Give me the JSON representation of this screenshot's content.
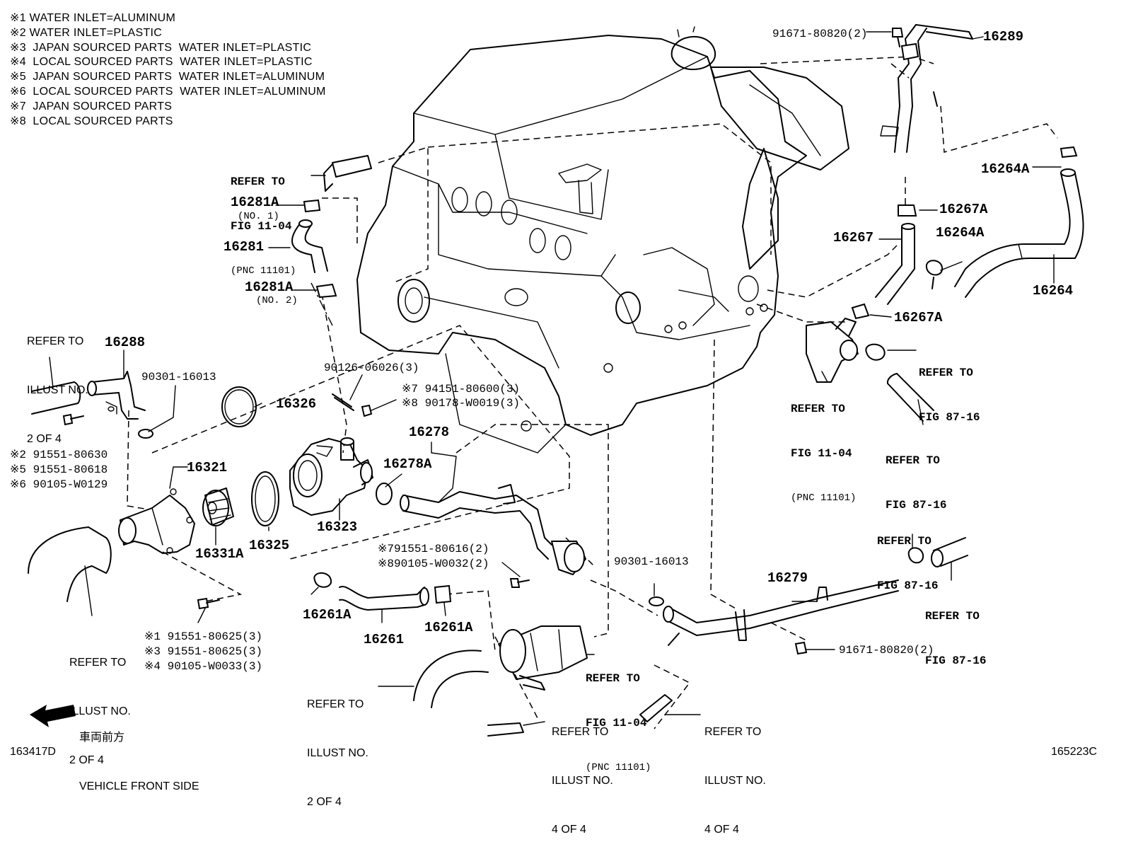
{
  "notes": [
    "※1 WATER INLET=ALUMINUM",
    "※2 WATER INLET=PLASTIC",
    "※3  JAPAN SOURCED PARTS  WATER INLET=PLASTIC",
    "※4  LOCAL SOURCED PARTS  WATER INLET=PLASTIC",
    "※5  JAPAN SOURCED PARTS  WATER INLET=ALUMINUM",
    "※6  LOCAL SOURCED PARTS  WATER INLET=ALUMINUM",
    "※7  JAPAN SOURCED PARTS",
    "※8  LOCAL SOURCED PARTS"
  ],
  "callouts": {
    "p16289": "16289",
    "p16264A_top": "16264A",
    "p16267A_top": "16267A",
    "p16267": "16267",
    "p16264A_mid": "16264A",
    "p16264": "16264",
    "p16267A_low": "16267A",
    "p16281A_1": "16281A",
    "p16281": "16281",
    "p16281A_2": "16281A",
    "p16288": "16288",
    "p16326": "16326",
    "p16278": "16278",
    "p16278A": "16278A",
    "p16321": "16321",
    "p16323": "16323",
    "p16331A": "16331A",
    "p16325": "16325",
    "p16279": "16279",
    "p16261A_left": "16261A",
    "p16261": "16261",
    "p16261A_right": "16261A"
  },
  "sublabels": {
    "no1": "(NO. 1)",
    "no2": "(NO. 2)"
  },
  "parts": {
    "bolt_top": "91671-80820(2)",
    "bolt_bottom_right": "91671-80820(2)",
    "gasket_90301_top": "90301-16013",
    "gasket_90301_mid": "90301-16013",
    "stud": "90126-06026(3)",
    "nut_7": "※7 94151-80600(3)",
    "nut_8": "※8 90178-W0019(3)",
    "bolt_left_2": "※2 91551-80630",
    "bolt_left_5": "※5 91551-80618",
    "bolt_left_6": "※6 90105-W0129",
    "bolt_mid_7": "※791551-80616(2)",
    "bolt_mid_8": "※890105-W0032(2)",
    "bolt_low_1": "※1 91551-80625(3)",
    "bolt_low_3": "※3 91551-80625(3)",
    "bolt_low_4": "※4 90105-W0033(3)"
  },
  "refs": {
    "fig1104_top": [
      "REFER TO",
      "FIG 11-04",
      "(PNC 11101)"
    ],
    "fig1104_right": [
      "REFER TO",
      "FIG 11-04",
      "(PNC 11101)"
    ],
    "fig1104_bottom": [
      "REFER TO",
      "FIG 11-04",
      "(PNC 11101)"
    ],
    "fig8716_a": [
      "REFER TO",
      "FIG 87-16"
    ],
    "fig8716_b": [
      "REFER TO",
      "FIG 87-16"
    ],
    "fig8716_c": [
      "REFER TO",
      "FIG 87-16"
    ],
    "fig8716_d": [
      "REFER TO",
      "FIG 87-16"
    ]
  },
  "illust_refs": {
    "left_top": [
      "REFER TO",
      "ILLUST NO.",
      "2 OF 4"
    ],
    "left_bottom": [
      "REFER TO",
      "ILLUST NO.",
      "2 OF 4"
    ],
    "center_bottom": [
      "REFER TO",
      "ILLUST NO.",
      "2 OF 4"
    ],
    "bottom_mid": [
      "REFER TO",
      "ILLUST NO.",
      "4 OF 4"
    ],
    "bottom_right": [
      "REFER TO",
      "ILLUST NO.",
      "4 OF 4"
    ]
  },
  "direction": {
    "japanese": "車両前方",
    "english": "VEHICLE FRONT SIDE"
  },
  "codes": {
    "left": "163417D",
    "right": "165223C"
  }
}
